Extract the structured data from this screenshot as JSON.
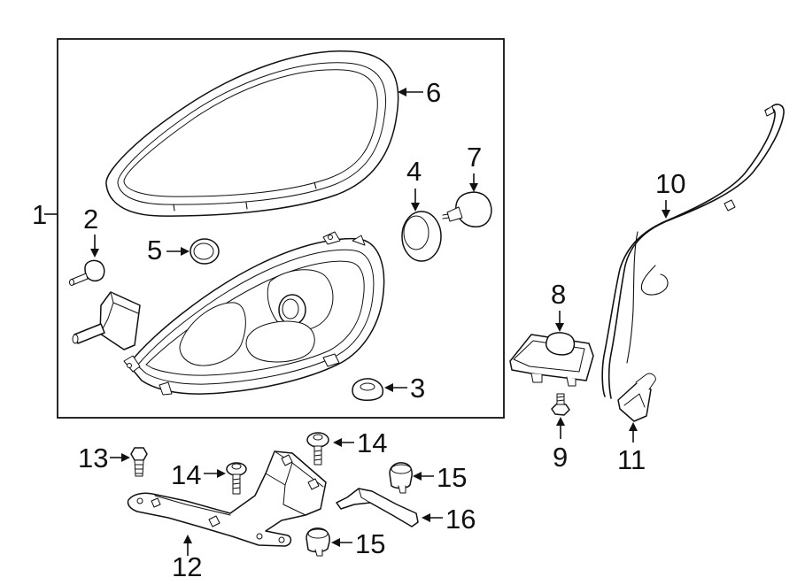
{
  "callouts": {
    "c1": "1",
    "c2": "2",
    "c3": "3",
    "c4": "4",
    "c5": "5",
    "c6": "6",
    "c7": "7",
    "c8": "8",
    "c9": "9",
    "c10": "10",
    "c11": "11",
    "c12": "12",
    "c13": "13",
    "c14a": "14",
    "c14b": "14",
    "c15a": "15",
    "c15b": "15",
    "c16": "16"
  }
}
